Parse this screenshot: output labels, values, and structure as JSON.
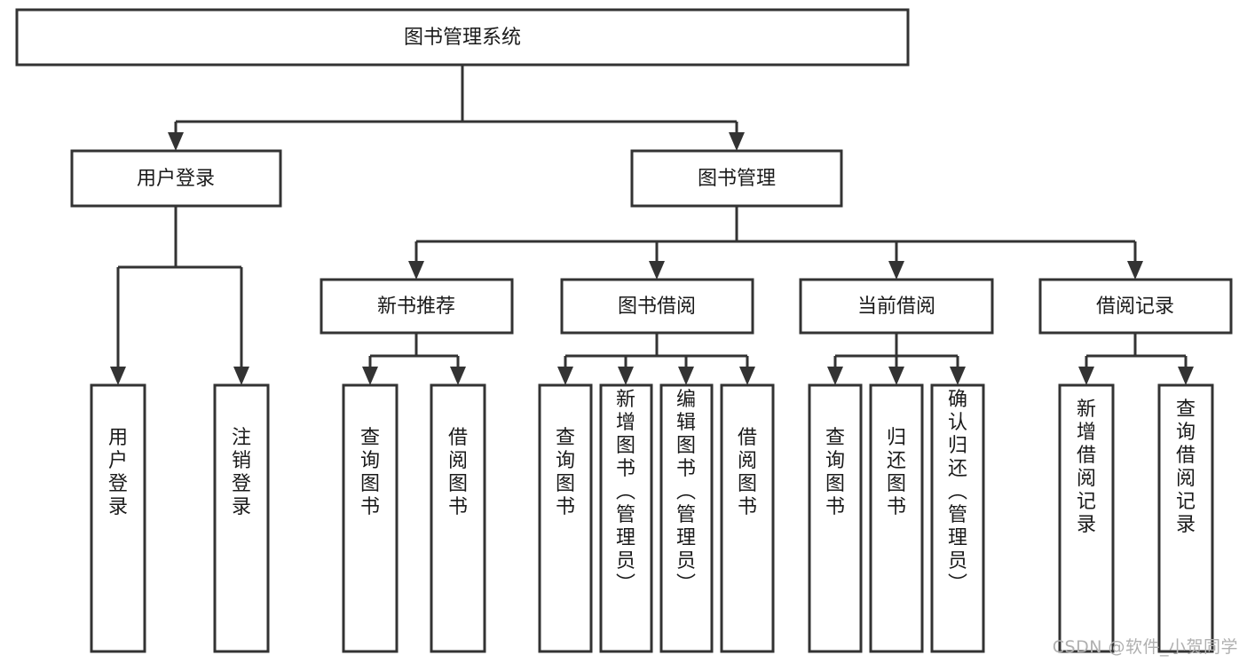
{
  "diagram": {
    "type": "tree-hierarchy-chart",
    "title": "图书管理系统",
    "watermark": "CSDN @软件_小贺同学",
    "colors": {
      "stroke": "#333333",
      "fill": "#ffffff",
      "text": "#1a1a1a",
      "watermark": "#b0b0b0",
      "background": "#ffffff"
    },
    "levels": [
      {
        "level": 1,
        "nodes": [
          {
            "id": "root",
            "label": "图书管理系统",
            "orientation": "horizontal"
          }
        ]
      },
      {
        "level": 2,
        "nodes": [
          {
            "id": "user-login",
            "label": "用户登录",
            "orientation": "horizontal",
            "parent": "root"
          },
          {
            "id": "book-management",
            "label": "图书管理",
            "orientation": "horizontal",
            "parent": "root"
          }
        ]
      },
      {
        "level": 3,
        "nodes": [
          {
            "id": "new-book-recommend",
            "label": "新书推荐",
            "orientation": "horizontal",
            "parent": "book-management"
          },
          {
            "id": "book-borrow",
            "label": "图书借阅",
            "orientation": "horizontal",
            "parent": "book-management"
          },
          {
            "id": "current-borrow",
            "label": "当前借阅",
            "orientation": "horizontal",
            "parent": "book-management"
          },
          {
            "id": "borrow-record",
            "label": "借阅记录",
            "orientation": "horizontal",
            "parent": "book-management"
          }
        ]
      },
      {
        "level": 4,
        "nodes": [
          {
            "id": "leaf-user-login",
            "label": "用户登录",
            "orientation": "vertical",
            "parent": "user-login"
          },
          {
            "id": "leaf-logout-login",
            "label": "注销登录",
            "orientation": "vertical",
            "parent": "user-login"
          },
          {
            "id": "leaf-query-book-1",
            "label": "查询图书",
            "orientation": "vertical",
            "parent": "new-book-recommend"
          },
          {
            "id": "leaf-borrow-book-1",
            "label": "借阅图书",
            "orientation": "vertical",
            "parent": "new-book-recommend"
          },
          {
            "id": "leaf-query-book-2",
            "label": "查询图书",
            "orientation": "vertical",
            "parent": "book-borrow"
          },
          {
            "id": "leaf-add-book",
            "label": "新增图书（管理员）",
            "orientation": "vertical",
            "parent": "book-borrow"
          },
          {
            "id": "leaf-edit-book",
            "label": "编辑图书（管理员）",
            "orientation": "vertical",
            "parent": "book-borrow"
          },
          {
            "id": "leaf-borrow-book-2",
            "label": "借阅图书",
            "orientation": "vertical",
            "parent": "book-borrow"
          },
          {
            "id": "leaf-query-book-3",
            "label": "查询图书",
            "orientation": "vertical",
            "parent": "current-borrow"
          },
          {
            "id": "leaf-return-book",
            "label": "归还图书",
            "orientation": "vertical",
            "parent": "current-borrow"
          },
          {
            "id": "leaf-confirm-return",
            "label": "确认归还（管理员）",
            "orientation": "vertical",
            "parent": "current-borrow"
          },
          {
            "id": "leaf-add-borrow-record",
            "label": "新增借阅记录",
            "orientation": "vertical",
            "parent": "borrow-record"
          },
          {
            "id": "leaf-query-borrow-record",
            "label": "查询借阅记录",
            "orientation": "vertical",
            "parent": "borrow-record"
          }
        ]
      }
    ]
  }
}
